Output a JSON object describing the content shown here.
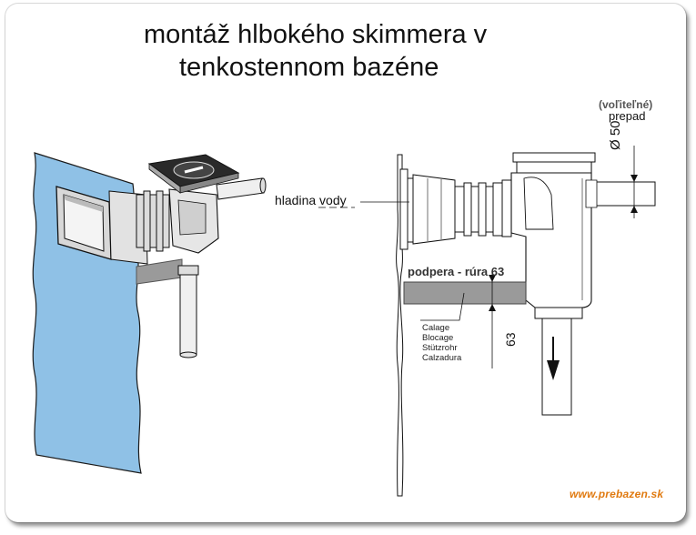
{
  "title": {
    "line1": "montáž hlbokého skimmera v",
    "line2": "tenkostennom bazéne"
  },
  "labels": {
    "overflow_optional": "(voľiteľné)",
    "overflow": "prepad",
    "diameter": "Ø 50",
    "water_level": "hladina vody",
    "support_pipe": "podpera - rúra 63",
    "support_dim": "63",
    "support_translations": [
      "Calage",
      "Blocage",
      "Stützrohr",
      "Calzadura"
    ]
  },
  "brand": "www.prebazen.sk",
  "colors": {
    "pool_wall": "#8fc1e6",
    "support": "#9a9a9a",
    "brand": "#e07a10"
  }
}
